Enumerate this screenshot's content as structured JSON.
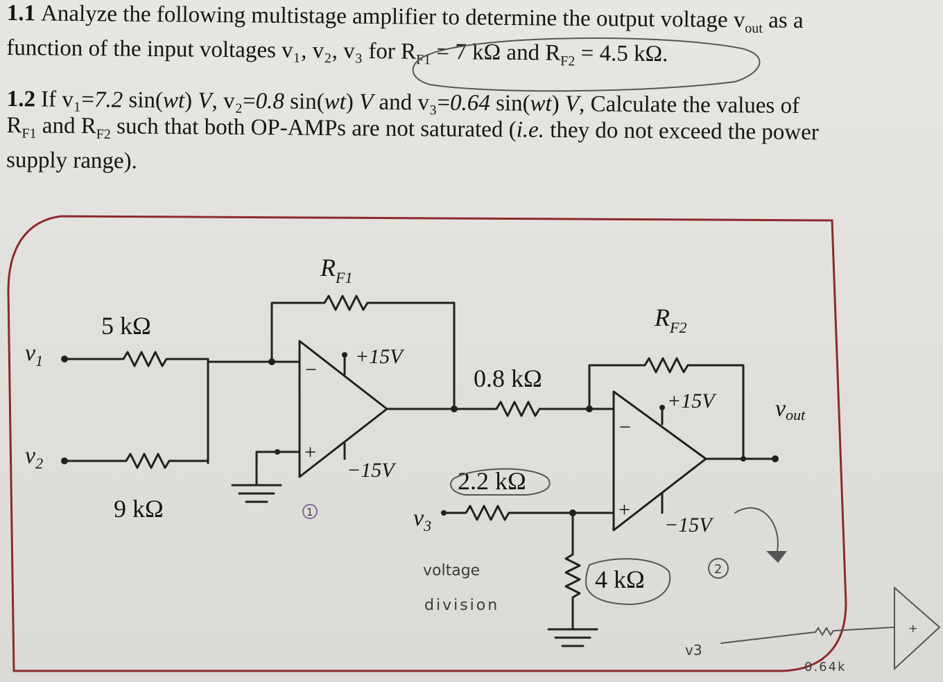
{
  "problem": {
    "p11": {
      "number": "1.1",
      "line1": "Analyze the following multistage amplifier to determine the output voltage v",
      "line1_sub": "out",
      "line1_end": " as a",
      "line2": "function of the input voltages v₁, v₂, v₃ for R",
      "line2_sub1": "F1",
      "line2_mid": " = 7 kΩ and R",
      "line2_sub2": "F2",
      "line2_end": " = 4.5 kΩ."
    },
    "p12": {
      "number": "1.2",
      "line1_a": "If v₁=",
      "line1_b": "7.2",
      "line1_c": " sin(",
      "line1_d": "wt",
      "line1_e": ") ",
      "line1_f": "V",
      "line1_g": ", v₂=",
      "line1_h": "0.8",
      "line1_i": " sin(",
      "line1_j": "wt",
      "line1_k": ") ",
      "line1_l": "V",
      "line1_m": " and v₃=",
      "line1_n": "0.64",
      "line1_o": " sin(",
      "line1_p": "wt",
      "line1_q": ") ",
      "line1_r": "V",
      "line1_s": ", Calculate the values of",
      "line2_a": "R",
      "line2_sub1": "F1",
      "line2_b": " and R",
      "line2_sub2": "F2",
      "line2_c": " such that both OP-AMPs are not saturated (",
      "line2_d": "i.e.",
      "line2_e": " they do not exceed the power",
      "line3": "supply range)."
    }
  },
  "circuit": {
    "v1": "v",
    "v1_sub": "1",
    "v2": "v",
    "v2_sub": "2",
    "v3": "v",
    "v3_sub": "3",
    "r1": "5 kΩ",
    "r2": "9 kΩ",
    "rf1": "R",
    "rf1_sub": "F1",
    "rf2": "R",
    "rf2_sub": "F2",
    "r3": "0.8 kΩ",
    "r4": "2.2 kΩ",
    "r5": "4 kΩ",
    "opamp1_vpos": "+15V",
    "opamp1_vneg": "−15V",
    "opamp2_vpos": "+15V",
    "opamp2_vneg": "−15V",
    "minus_sign": "−",
    "plus_sign": "+",
    "vout": "v",
    "vout_sub": "out"
  },
  "handwriting": {
    "stage1": "1",
    "stage2": "2",
    "note_line1": "voltage",
    "note_line2": "division",
    "v3_label": "v3",
    "val_label": "0.64k"
  },
  "colors": {
    "border_red": "#8b2a2a",
    "ink": "#202020",
    "pencil": "#555555"
  }
}
